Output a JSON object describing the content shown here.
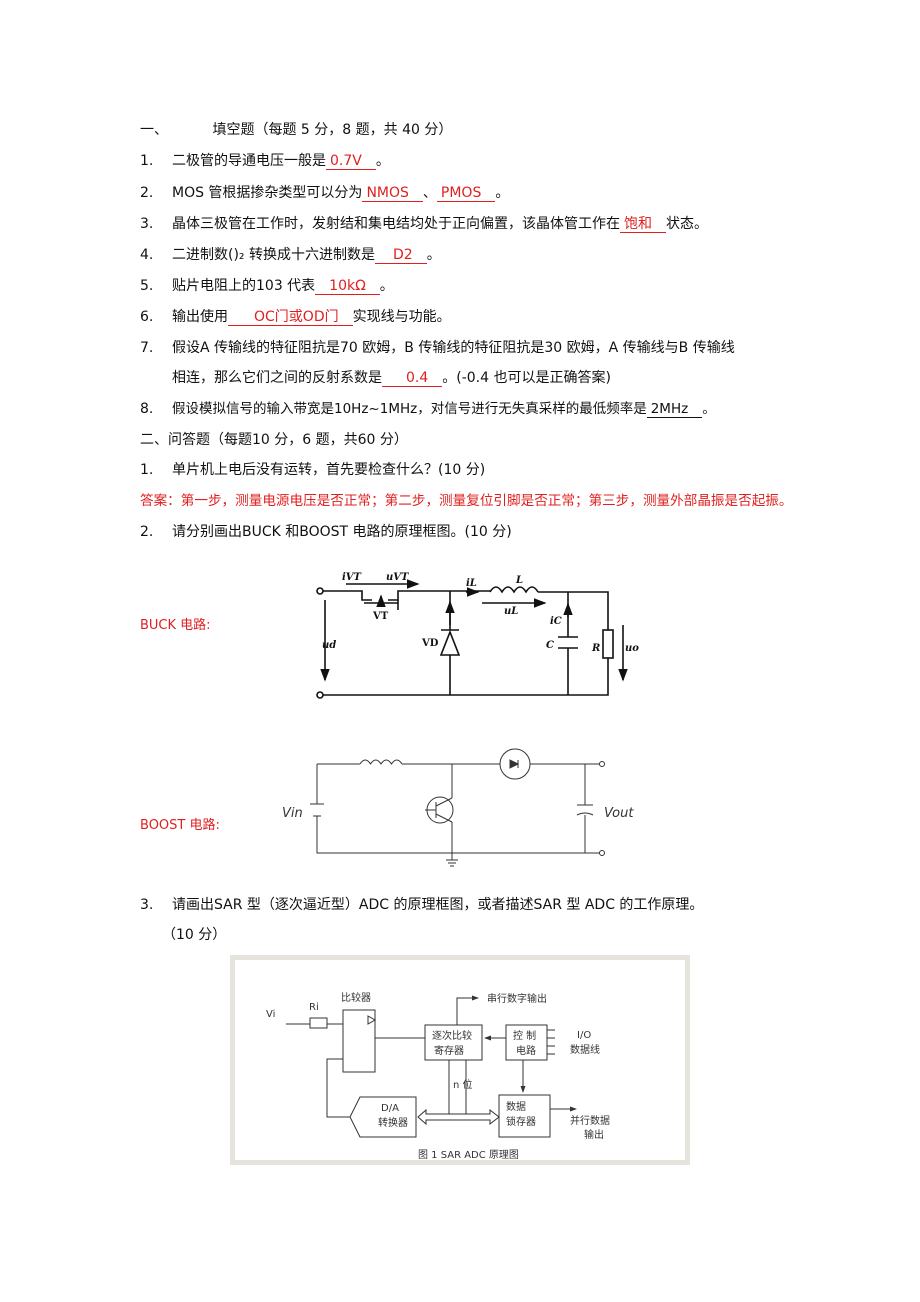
{
  "section1": {
    "num": "一、",
    "title": "填空题（每题 5 分，8 题，共 40 分）",
    "items": [
      {
        "num": "1.",
        "before": "二极管的导通电压一般是",
        "answer": "0.7V",
        "after": "。"
      },
      {
        "num": "2.",
        "before": "MOS 管根据掺杂类型可以分为",
        "answer": "NMOS",
        "mid": "、",
        "answer2": "PMOS",
        "after": "。"
      },
      {
        "num": "3.",
        "before": "晶体三极管在工作时，发射结和集电结均处于正向偏置，该晶体管工作在",
        "answer": "饱和",
        "after": "状态。"
      },
      {
        "num": "4.",
        "before": "二进制数()₂ 转换成十六进制数是",
        "answer": "D2",
        "after": "。"
      },
      {
        "num": "5.",
        "before": "贴片电阻上的103 代表",
        "answer": "10kΩ",
        "after": "。"
      },
      {
        "num": "6.",
        "before": "输出使用",
        "answer": "OC门或OD门",
        "after": "实现线与功能。"
      },
      {
        "num": "7.",
        "before": "假设A 传输线的特征阻抗是70 欧姆，B 传输线的特征阻抗是30 欧姆，A 传输线与B 传输线",
        "line2_before": "相连，那么它们之间的反射系数是",
        "answer": "0.4",
        "after": "。(-0.4 也可以是正确答案)"
      },
      {
        "num": "8.",
        "before": "假设模拟信号的输入带宽是10Hz~1MHz，对信号进行无失真采样的最低频率是",
        "answer": "2MHz",
        "after": "。"
      }
    ]
  },
  "section2": {
    "title": "二、问答题（每题10 分，6 题，共60 分）",
    "q1": {
      "num": "1.",
      "text": "单片机上电后没有运转，首先要检查什么？(10 分)"
    },
    "q1_answer": "答案：第一步，测量电源电压是否正常；第二步，测量复位引脚是否正常；第三步，测量外部晶振是否起振。",
    "q2": {
      "num": "2.",
      "text": "请分别画出BUCK 和BOOST 电路的原理框图。(10 分)"
    },
    "buck_label": "BUCK 电路:",
    "boost_label": "BOOST 电路:",
    "q3": {
      "num": "3.",
      "text": "请画出SAR 型（逐次逼近型）ADC 的原理框图，或者描述SAR 型 ADC 的工作原理。",
      "text2": "（10 分）"
    }
  },
  "buck": {
    "ivt": "iVT",
    "uvt": "uVT",
    "vt": "VT",
    "ud": "ud",
    "vd": "VD",
    "il": "iL",
    "l": "L",
    "ul": "uL",
    "ic": "iC",
    "c": "C",
    "r": "R",
    "uo": "uo"
  },
  "boost": {
    "vin": "Vin",
    "vout": "Vout"
  },
  "sar": {
    "vi": "Vi",
    "ri": "Ri",
    "comparator": "比较器",
    "sar_reg_1": "逐次比较",
    "sar_reg_2": "寄存器",
    "ctrl_1": "控  制",
    "ctrl_2": "电路",
    "io_1": "I/O",
    "io_2": "数据线",
    "serial_out": "串行数字输出",
    "nbit": "n 位",
    "dac_1": "D/A",
    "dac_2": "转换器",
    "latch_1": "数据",
    "latch_2": "锁存器",
    "par_1": "并行数据",
    "par_2": "输出",
    "caption": "图 1   SAR ADC 原理图"
  },
  "colors": {
    "answer": "#e02020",
    "frame": "#e6e3dc"
  }
}
